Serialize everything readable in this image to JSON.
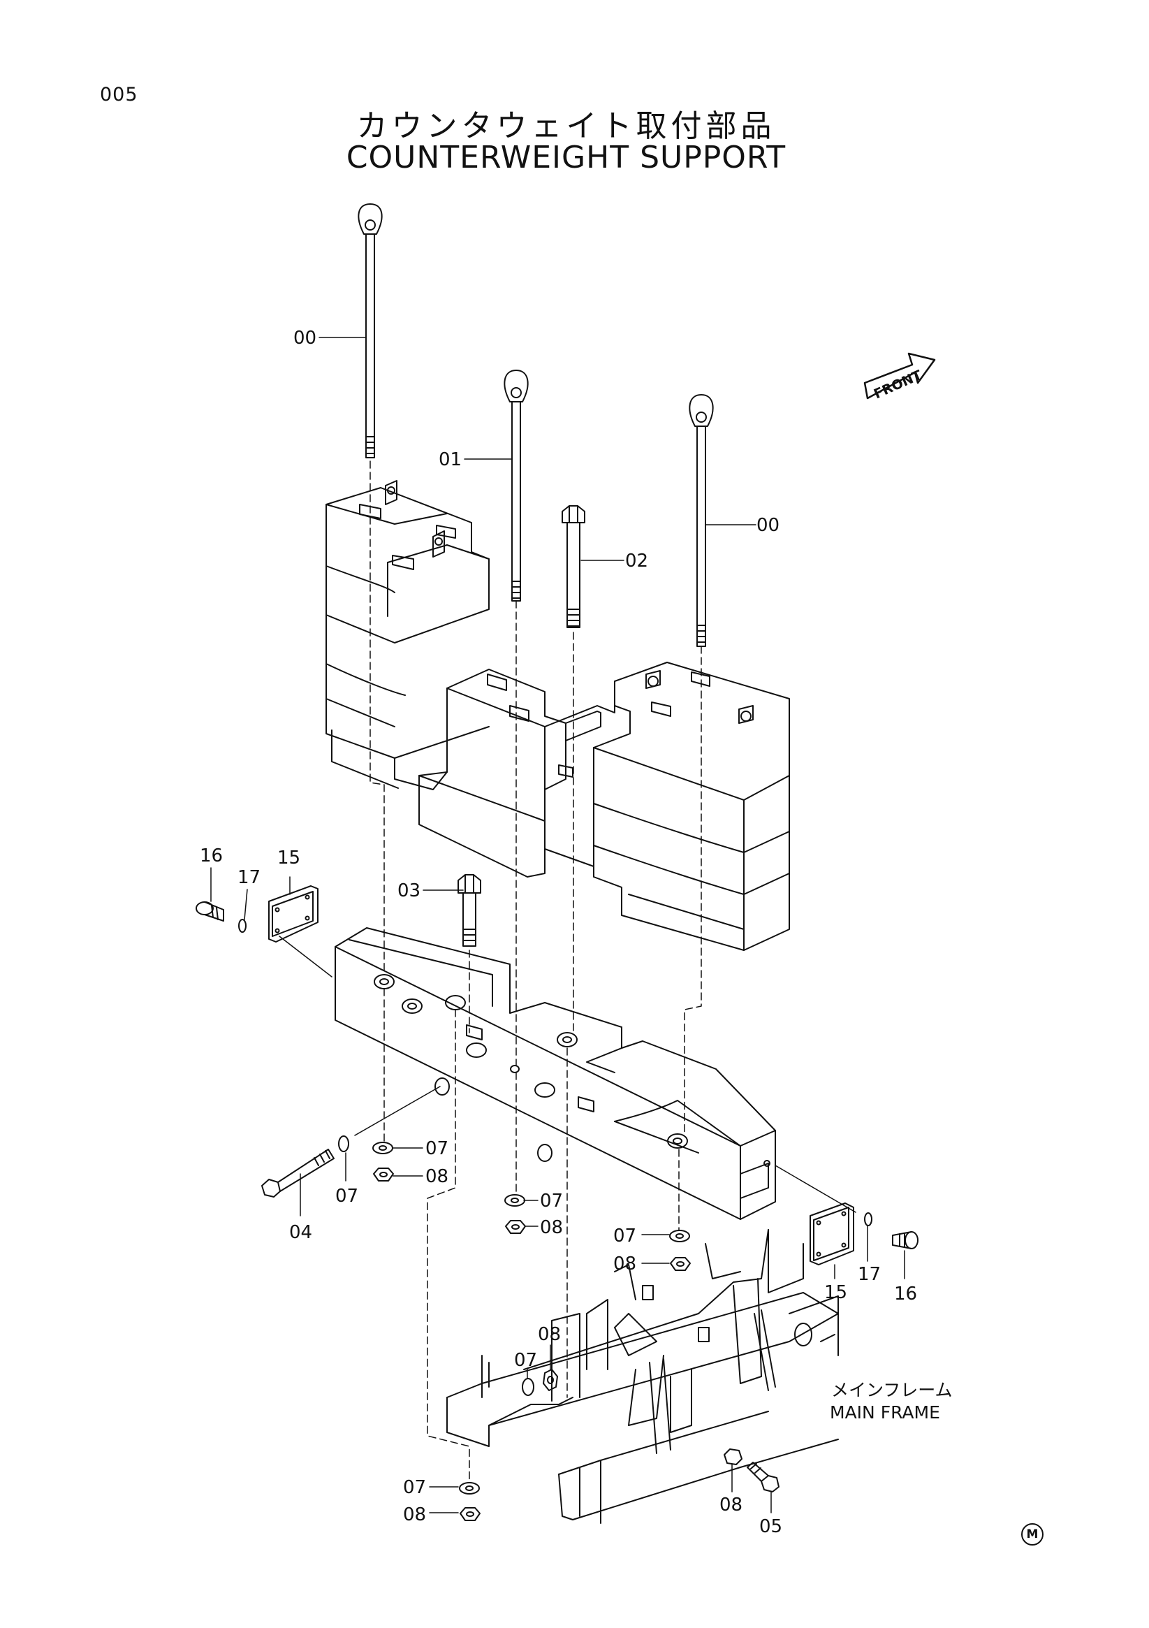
{
  "header": {
    "page_number": "005",
    "title_jp": "カウンタウェイト取付部品",
    "title_en": "COUNTERWEIGHT SUPPORT"
  },
  "orientation": {
    "front_label": "FRONT"
  },
  "annotations": {
    "main_frame_jp": "メインフレーム",
    "main_frame_en": "MAIN FRAME"
  },
  "part_callouts": {
    "c1": "00",
    "c2": "01",
    "c3": "00",
    "c4": "02",
    "c5": "03",
    "c6": "16",
    "c7": "17",
    "c8": "15",
    "c9": "04",
    "c10": "07",
    "c11": "07",
    "c12": "08",
    "c13": "07",
    "c14": "08",
    "c15": "07",
    "c16": "08",
    "c17": "15",
    "c18": "17",
    "c19": "16",
    "c20": "07",
    "c21": "08",
    "c22": "07",
    "c23": "08",
    "c24": "08",
    "c25": "05"
  },
  "footer_mark": "M"
}
